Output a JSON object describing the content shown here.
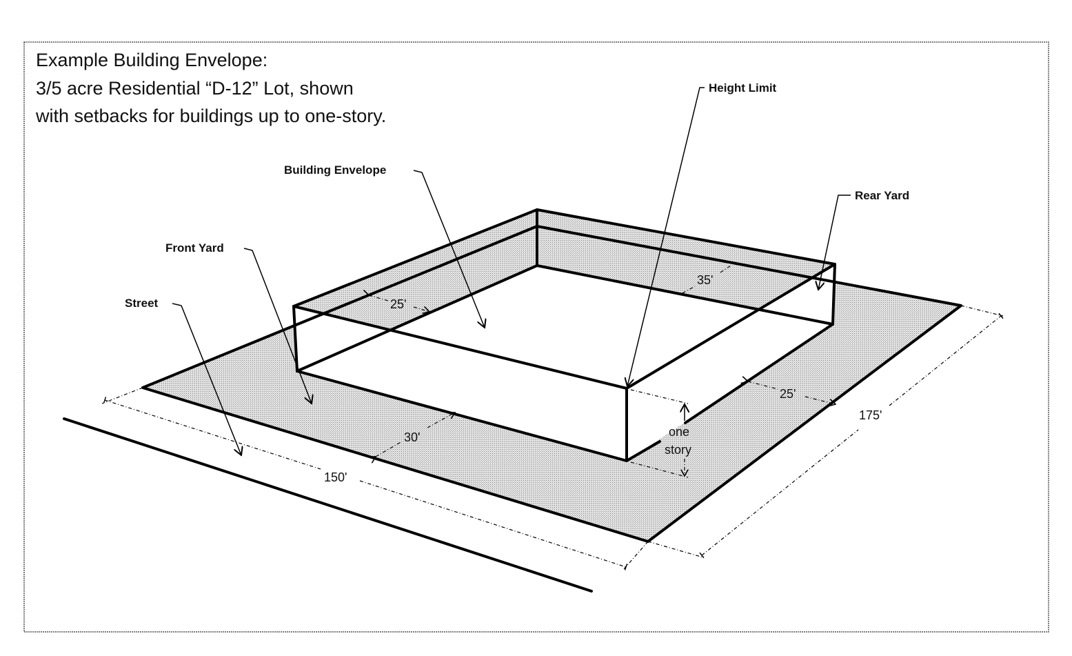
{
  "title": {
    "line1": "Example Building Envelope:",
    "line2": "3/5 acre Residential “D-12” Lot, shown",
    "line3": "with setbacks for buildings up to one-story."
  },
  "labels": {
    "height_limit": "Height Limit",
    "building_envelope": "Building Envelope",
    "rear_yard": "Rear Yard",
    "front_yard": "Front Yard",
    "street": "Street"
  },
  "dimensions": {
    "lot_width": "150'",
    "lot_depth": "175'",
    "front_setback": "30'",
    "side_setback_left": "25'",
    "side_setback_right": "25'",
    "rear_setback": "35'",
    "height_line1": "one",
    "height_line2": "story"
  },
  "colors": {
    "lot_fill": "#d9d9d9",
    "line": "#000000"
  }
}
